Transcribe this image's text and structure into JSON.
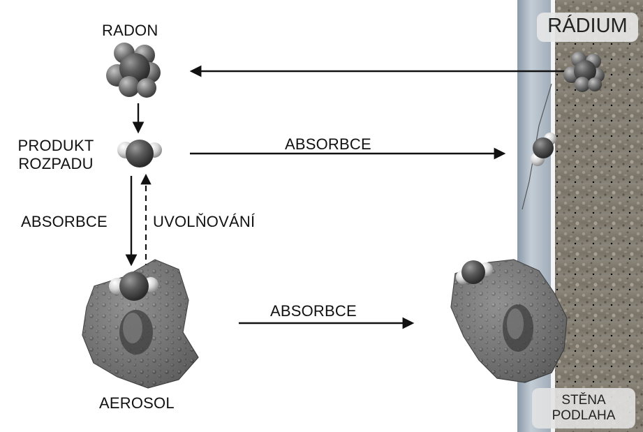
{
  "labels": {
    "radon": "RADON",
    "decay_product_line1": "PRODUKT",
    "decay_product_line2": "ROZPADU",
    "absorb_to_wall": "ABSORBCE",
    "absorb_to_aerosol": "ABSORBCE",
    "release": "UVOLŇOVÁNÍ",
    "aerosol_to_wall": "ABSORBCE",
    "aerosol": "AEROSOL",
    "radium": "RÁDIUM",
    "wall_line1": "STĚNA",
    "wall_line2": "PODLAHA"
  },
  "colors": {
    "arrow": "#111111",
    "molecule_dark": "#4a4a4a",
    "molecule_light": "#d8d8d8",
    "wall_concrete": "#7e776c",
    "wall_coating": "#a9b6c2",
    "aerosol": "#6b6b6b"
  },
  "icons": [
    "radon-molecule-icon",
    "decay-product-molecule-icon",
    "aerosol-particle-icon",
    "concrete-wall-icon"
  ]
}
